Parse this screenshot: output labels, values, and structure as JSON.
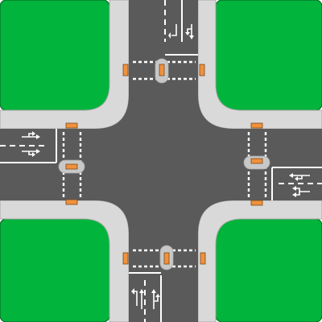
{
  "colors": {
    "grass": "#00b43c",
    "grass_edge": "#0a6e28",
    "sidewalk": "#d9d9d9",
    "sidewalk_edge": "#a9a9a9",
    "road": "#5a5a5a",
    "marking": "#ffffff",
    "signal_head": "#f0913c",
    "signal_edge": "#7a4a1e",
    "refuge": "#c8c8c8"
  },
  "approaches": [
    {
      "name": "north",
      "lane_arrows": [
        "left",
        "left-straight"
      ]
    },
    {
      "name": "south",
      "lane_arrows": [
        "left",
        "straight",
        "straight-right"
      ]
    },
    {
      "name": "west",
      "lane_arrows": [
        "straight-right",
        "straight-right"
      ]
    },
    {
      "name": "east",
      "lane_arrows": [
        "left-straight",
        "left-right"
      ]
    }
  ],
  "icons": {
    "signal": "traffic-signal-icon",
    "crosswalk": "crosswalk-icon",
    "refuge": "pedestrian-refuge-icon"
  }
}
